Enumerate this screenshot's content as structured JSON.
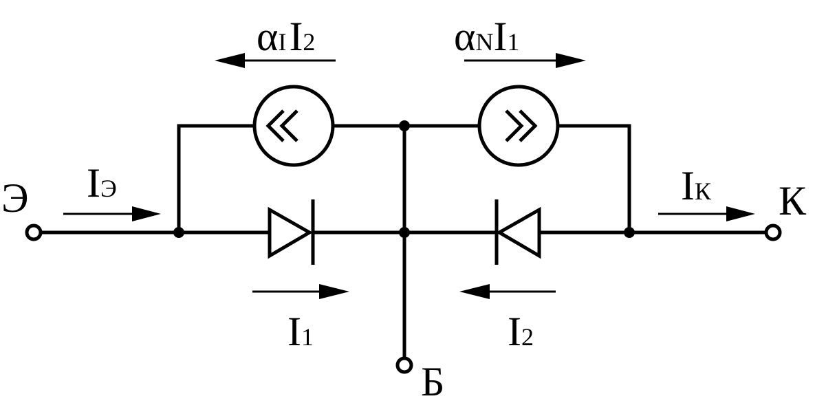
{
  "labels": {
    "emitter": "Э",
    "collector": "К",
    "base": "Б",
    "emitter_current": {
      "main": "I",
      "sub": "Э"
    },
    "collector_current": {
      "main": "I",
      "sub": "К"
    },
    "diode1_current": {
      "main": "I",
      "sub": "1"
    },
    "diode2_current": {
      "main": "I",
      "sub": "2"
    },
    "source_left": {
      "coef": "α",
      "coef_sub": "I",
      "main": "I",
      "sub": "2"
    },
    "source_right": {
      "coef": "α",
      "coef_sub": "N",
      "main": "I",
      "sub": "1"
    }
  },
  "colors": {
    "ink": "#000000",
    "background": "#ffffff"
  }
}
